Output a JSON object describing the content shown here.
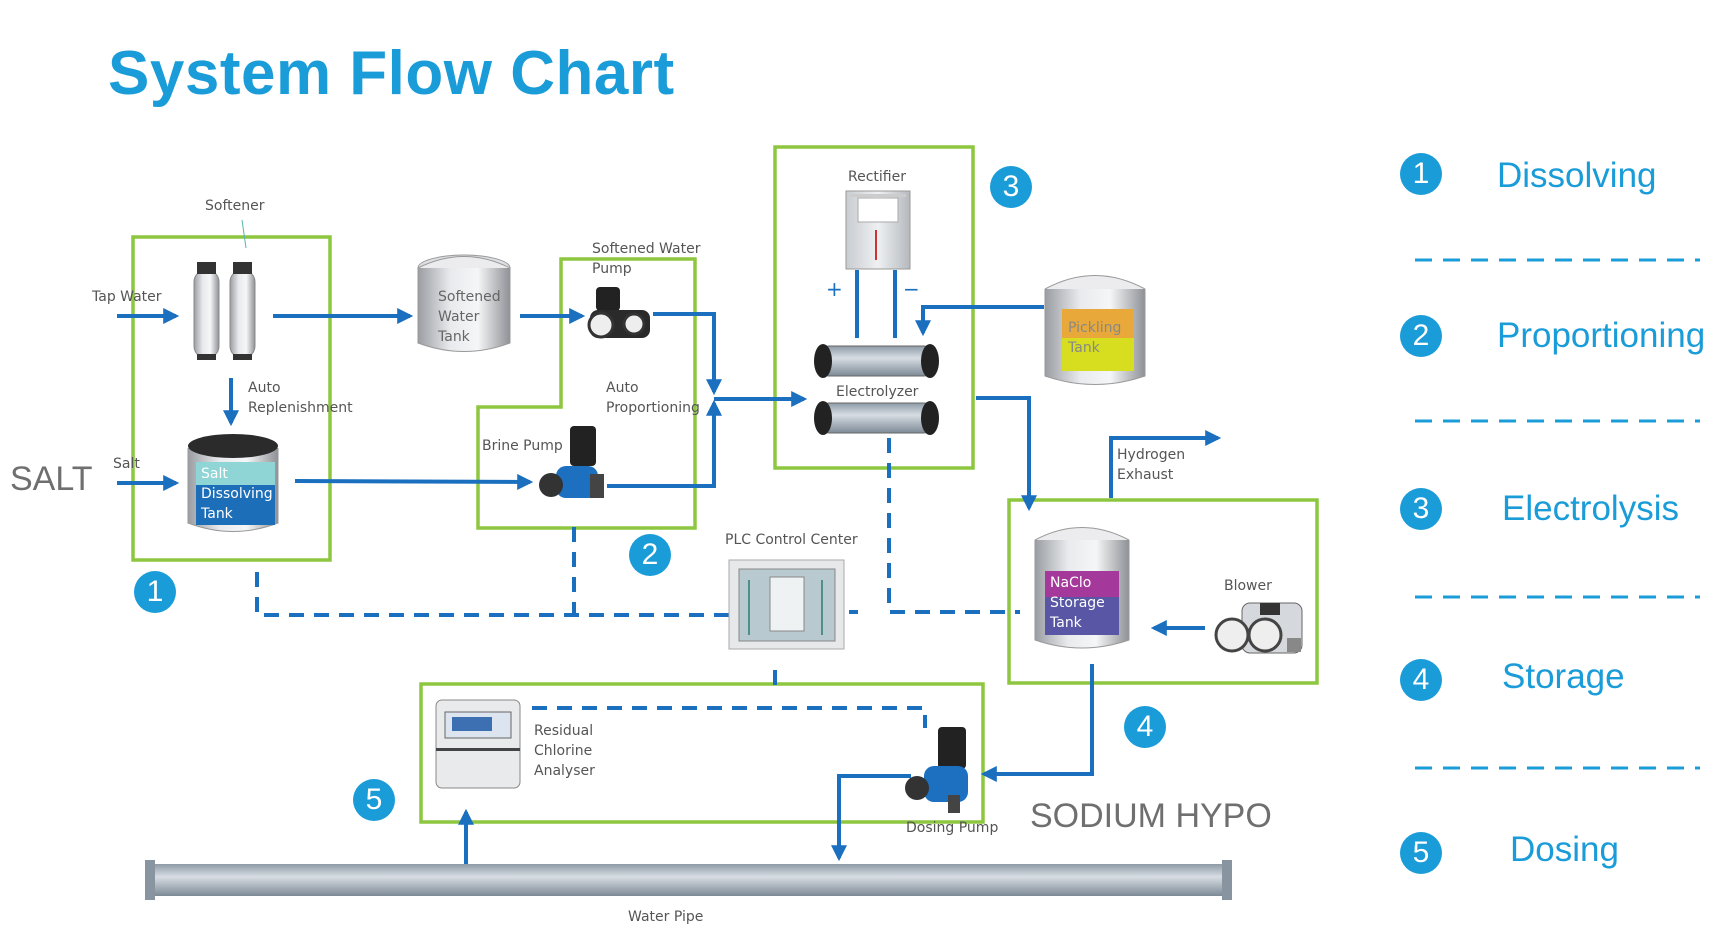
{
  "title": "System Flow Chart",
  "colors": {
    "accent": "#1a9cd8",
    "box": "#8dc63f",
    "flow": "#1a6fbf",
    "text": "#555555"
  },
  "labels": {
    "softener": "Softener",
    "tap_water": "Tap Water",
    "salt_in": "Salt",
    "salt_big": "SALT",
    "auto_rep_1": "Auto",
    "auto_rep_2": "Replenishment",
    "softened_tank_1": "Softened",
    "softened_tank_2": "Water",
    "softened_tank_3": "Tank",
    "sw_pump_1": "Softened Water",
    "sw_pump_2": "Pump",
    "auto_prop_1": "Auto",
    "auto_prop_2": "Proportioning",
    "brine_pump": "Brine Pump",
    "salt_tank_1": "Salt",
    "salt_tank_2": "Dissolving",
    "salt_tank_3": "Tank",
    "rectifier": "Rectifier",
    "plus": "+",
    "minus": "−",
    "electrolyzer": "Electrolyzer",
    "pickling_1": "Pickling",
    "pickling_2": "Tank",
    "plc": "PLC Control Center",
    "hydrogen_1": "Hydrogen",
    "hydrogen_2": "Exhaust",
    "naclo_1": "NaClo",
    "naclo_2": "Storage",
    "naclo_3": "Tank",
    "blower": "Blower",
    "analyser_1": "Residual",
    "analyser_2": "Chlorine",
    "analyser_3": "Analyser",
    "dosing_pump": "Dosing Pump",
    "sodium_hypo": "SODIUM HYPO",
    "water_pipe": "Water Pipe"
  },
  "stage_badges": [
    "1",
    "2",
    "3",
    "4",
    "5"
  ],
  "legend": [
    {
      "num": "1",
      "label": "Dissolving"
    },
    {
      "num": "2",
      "label": "Proportioning"
    },
    {
      "num": "3",
      "label": "Electrolysis"
    },
    {
      "num": "4",
      "label": "Storage"
    },
    {
      "num": "5",
      "label": "Dosing"
    }
  ],
  "icons": [
    "softener-icon",
    "tank-icon",
    "pump-icon",
    "rectifier-icon",
    "electrolyzer-icon",
    "plc-icon",
    "blower-icon",
    "analyser-icon",
    "pipe-icon"
  ]
}
